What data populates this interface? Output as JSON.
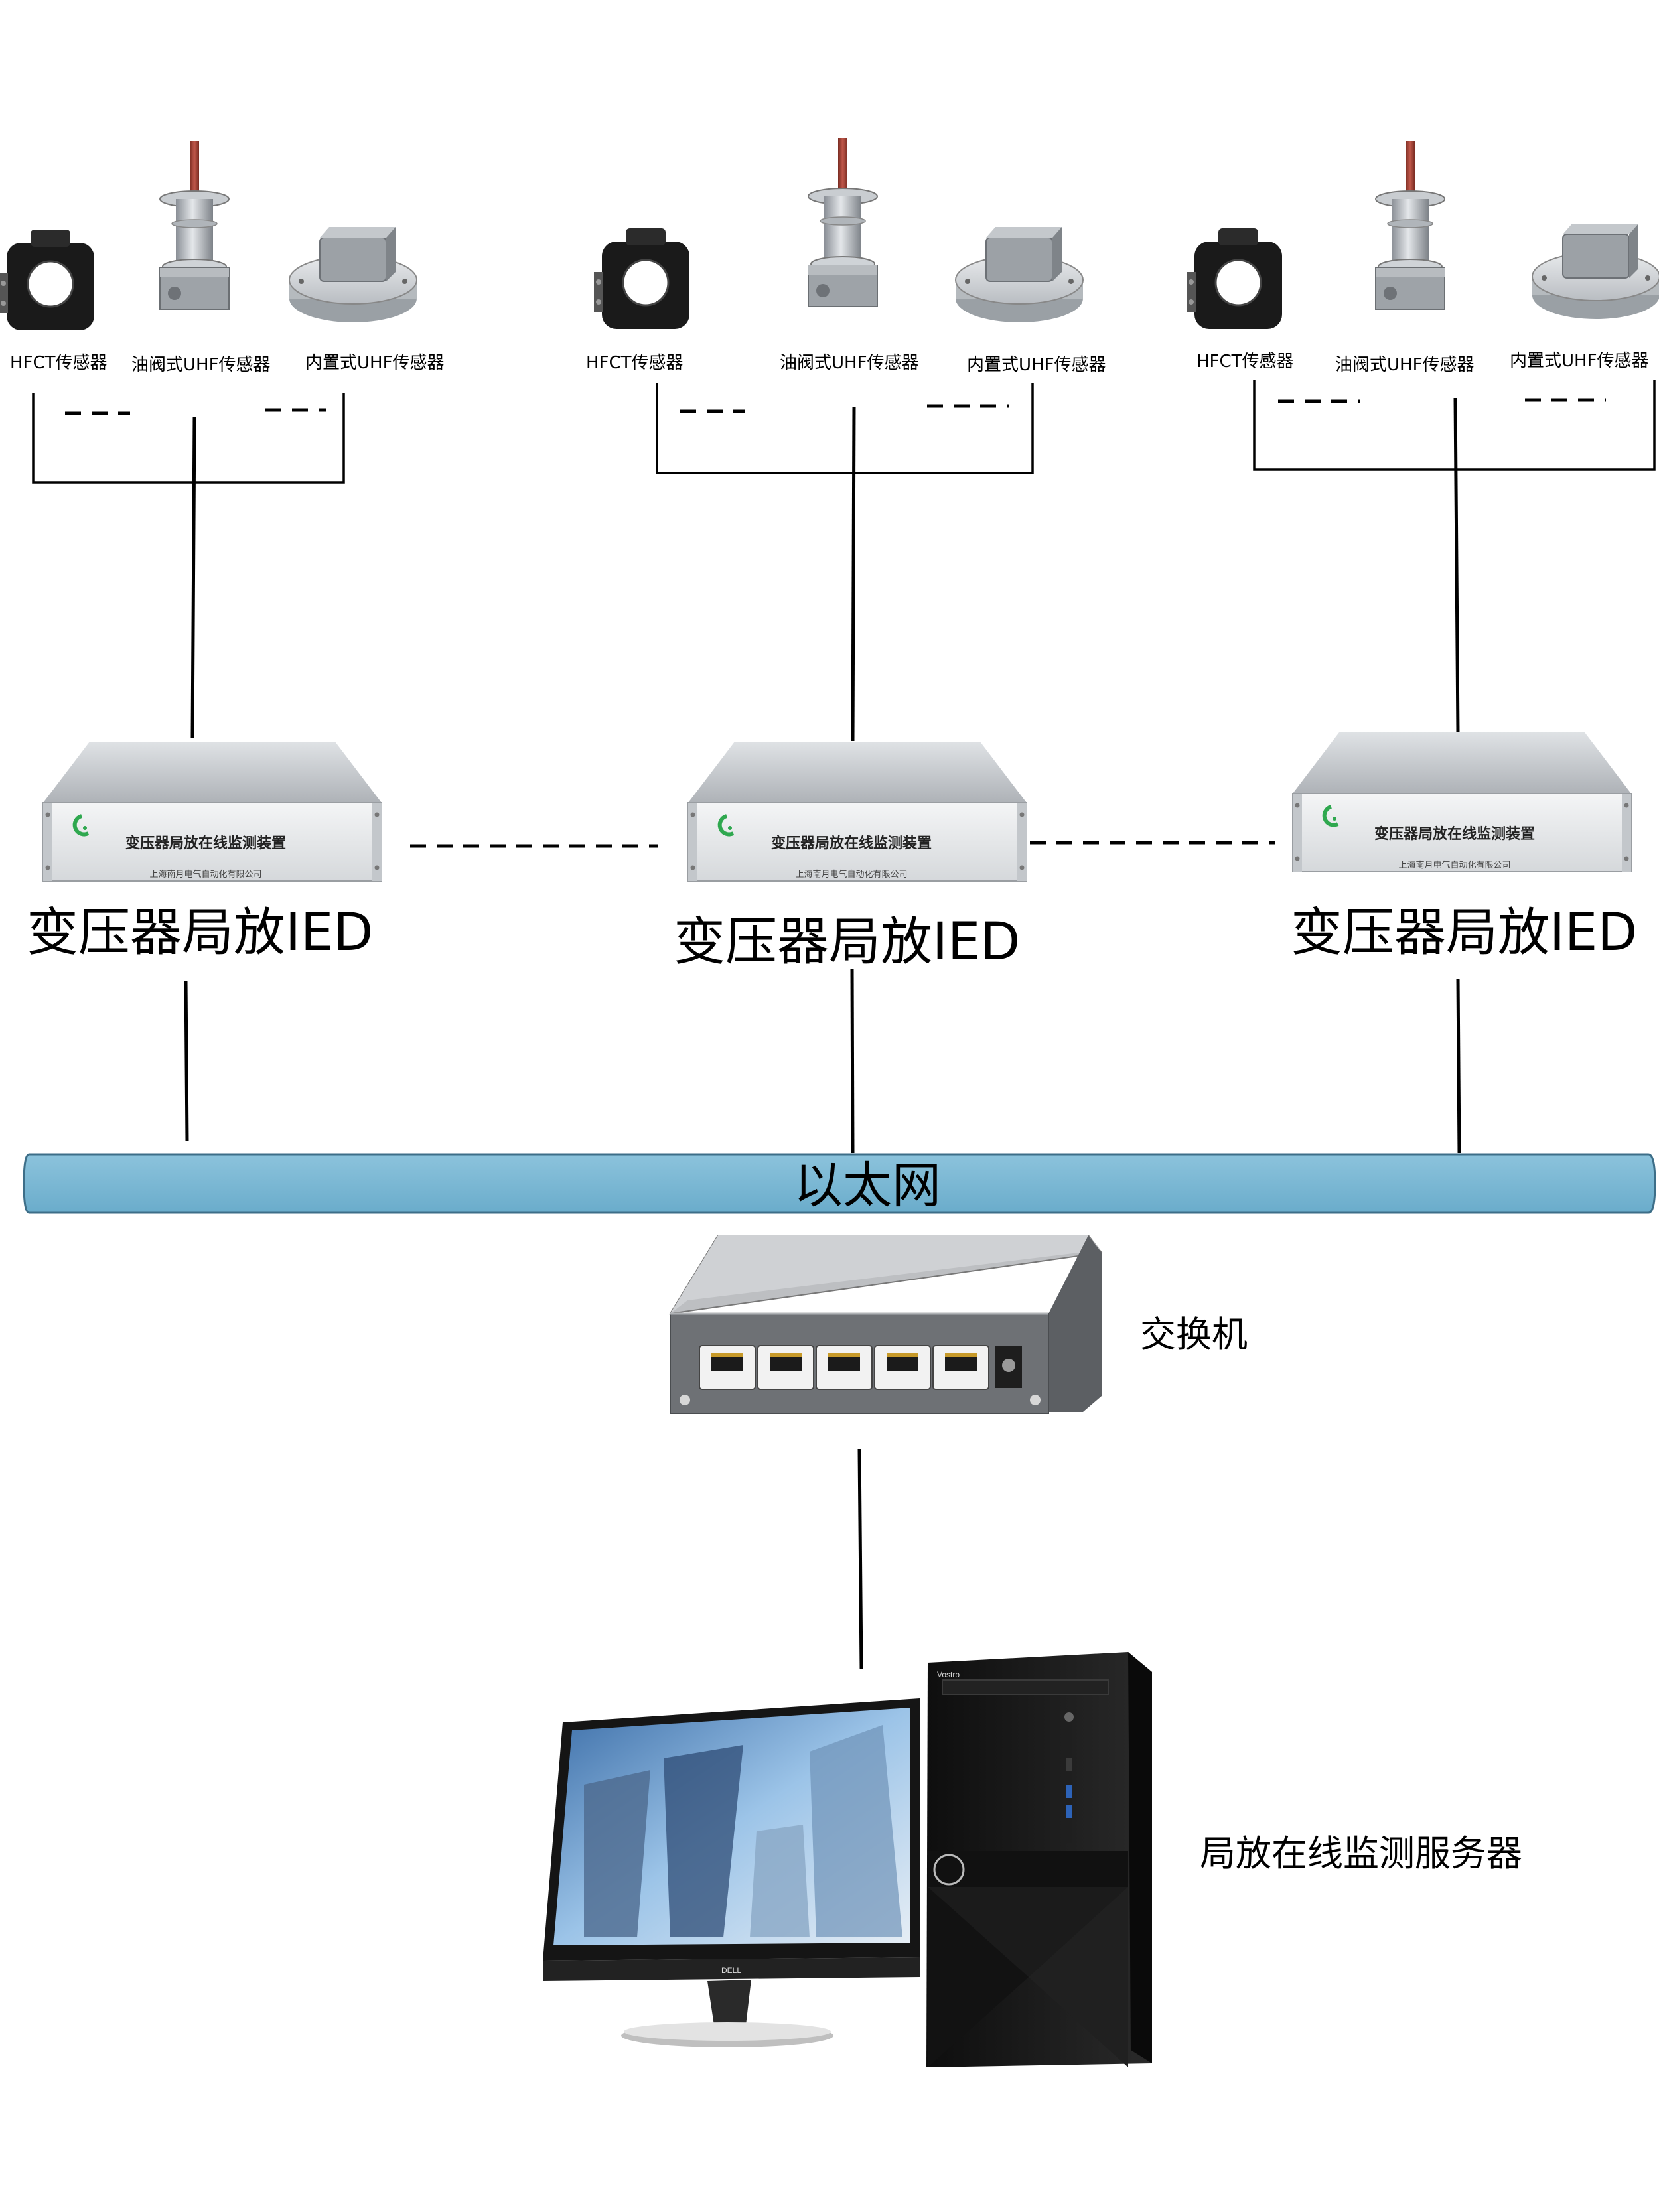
{
  "sensor_groups": [
    {
      "hfct": "HFCT传感器",
      "oil_valve": "油阀式UHF传感器",
      "builtin": "内置式UHF传感器"
    },
    {
      "hfct": "HFCT传感器",
      "oil_valve": "油阀式UHF传感器",
      "builtin": "内置式UHF传感器"
    },
    {
      "hfct": "HFCT传感器",
      "oil_valve": "油阀式UHF传感器",
      "builtin": "内置式UHF传感器"
    }
  ],
  "ied_units": [
    {
      "label": "变压器局放IED",
      "face_title": "变压器局放在线监测装置",
      "face_company": "上海南月电气自动化有限公司"
    },
    {
      "label": "变压器局放IED",
      "face_title": "变压器局放在线监测装置",
      "face_company": "上海南月电气自动化有限公司"
    },
    {
      "label": "变压器局放IED",
      "face_title": "变压器局放在线监测装置",
      "face_company": "上海南月电气自动化有限公司"
    }
  ],
  "network": {
    "label": "以太网",
    "color": "#7ab8d4"
  },
  "switch": {
    "label": "交换机"
  },
  "server": {
    "label": "局放在线监测服务器",
    "monitor_brand": "DELL",
    "tower_brand": "Vostro"
  }
}
